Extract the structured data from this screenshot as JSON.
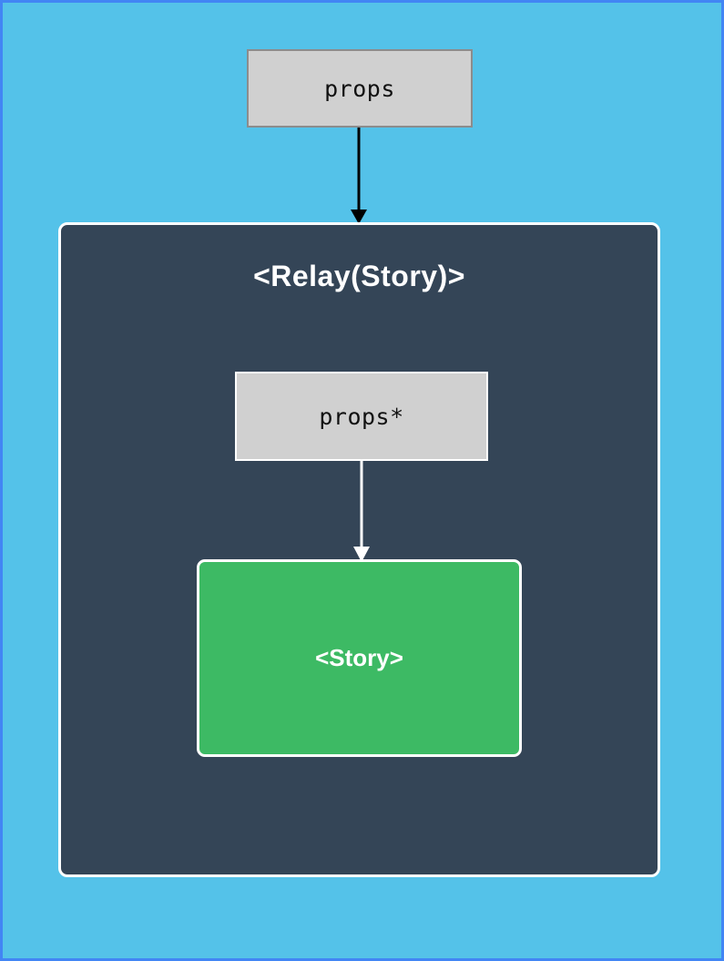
{
  "diagram": {
    "props_box": {
      "label": "props"
    },
    "relay_container": {
      "title": "<Relay(Story)>"
    },
    "props_star_box": {
      "label": "props*"
    },
    "story_box": {
      "label": "<Story>"
    },
    "colors": {
      "background": "#54C2E9",
      "page_border": "#4285F4",
      "container_bg": "#344557",
      "story_bg": "#3DBA64",
      "box_bg": "#D0D0D0",
      "box_border_gray": "#8C8C8C",
      "white": "#FFFFFF",
      "arrow_black": "#000000"
    }
  }
}
